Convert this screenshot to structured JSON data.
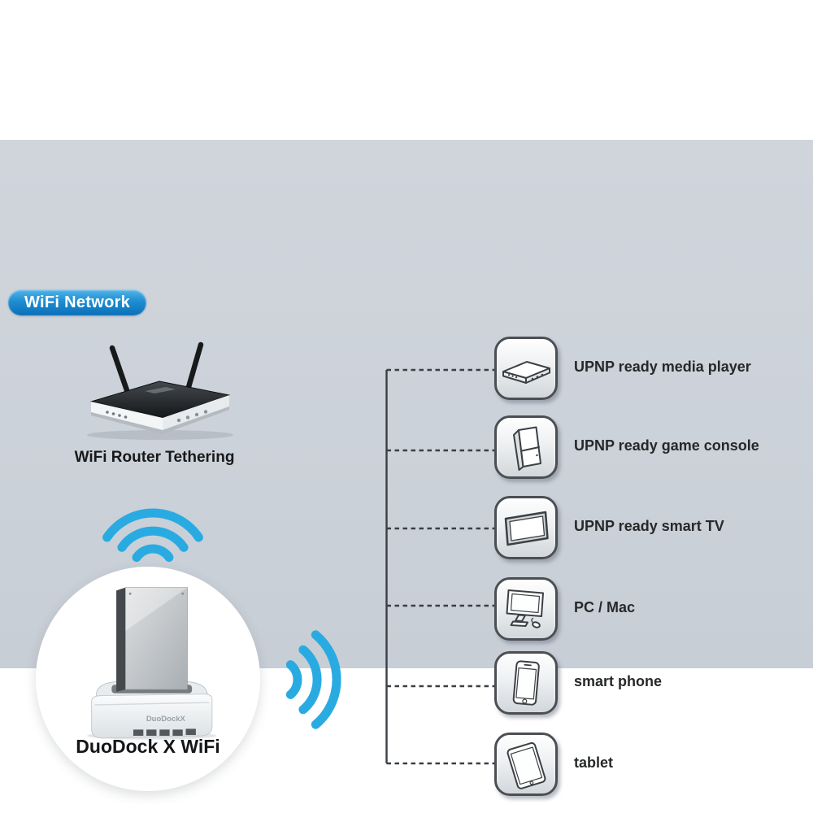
{
  "badge": {
    "label": "WiFi Network"
  },
  "router": {
    "label": "WiFi Router Tethering"
  },
  "dock": {
    "label": "DuoDock X WiFi",
    "brand": "DuoDockX"
  },
  "devices": [
    {
      "id": "media-player",
      "icon": "media-player-icon",
      "label": "UPNP ready media player"
    },
    {
      "id": "game-console",
      "icon": "game-console-icon",
      "label": "UPNP ready game console"
    },
    {
      "id": "smart-tv",
      "icon": "smart-tv-icon",
      "label": "UPNP ready smart TV"
    },
    {
      "id": "pc-mac",
      "icon": "desktop-computer-icon",
      "label": "PC / Mac"
    },
    {
      "id": "smart-phone",
      "icon": "smartphone-icon",
      "label": "smart phone"
    },
    {
      "id": "tablet",
      "icon": "tablet-icon",
      "label": "tablet"
    }
  ],
  "colors": {
    "panel_background": "#ccd2d9",
    "badge_blue_top": "#55b5e8",
    "badge_blue_bottom": "#0b6fb8",
    "wifi_wave_cyan": "#29abe2",
    "connector_line": "#3a3f44",
    "label_text": "#26282a"
  }
}
